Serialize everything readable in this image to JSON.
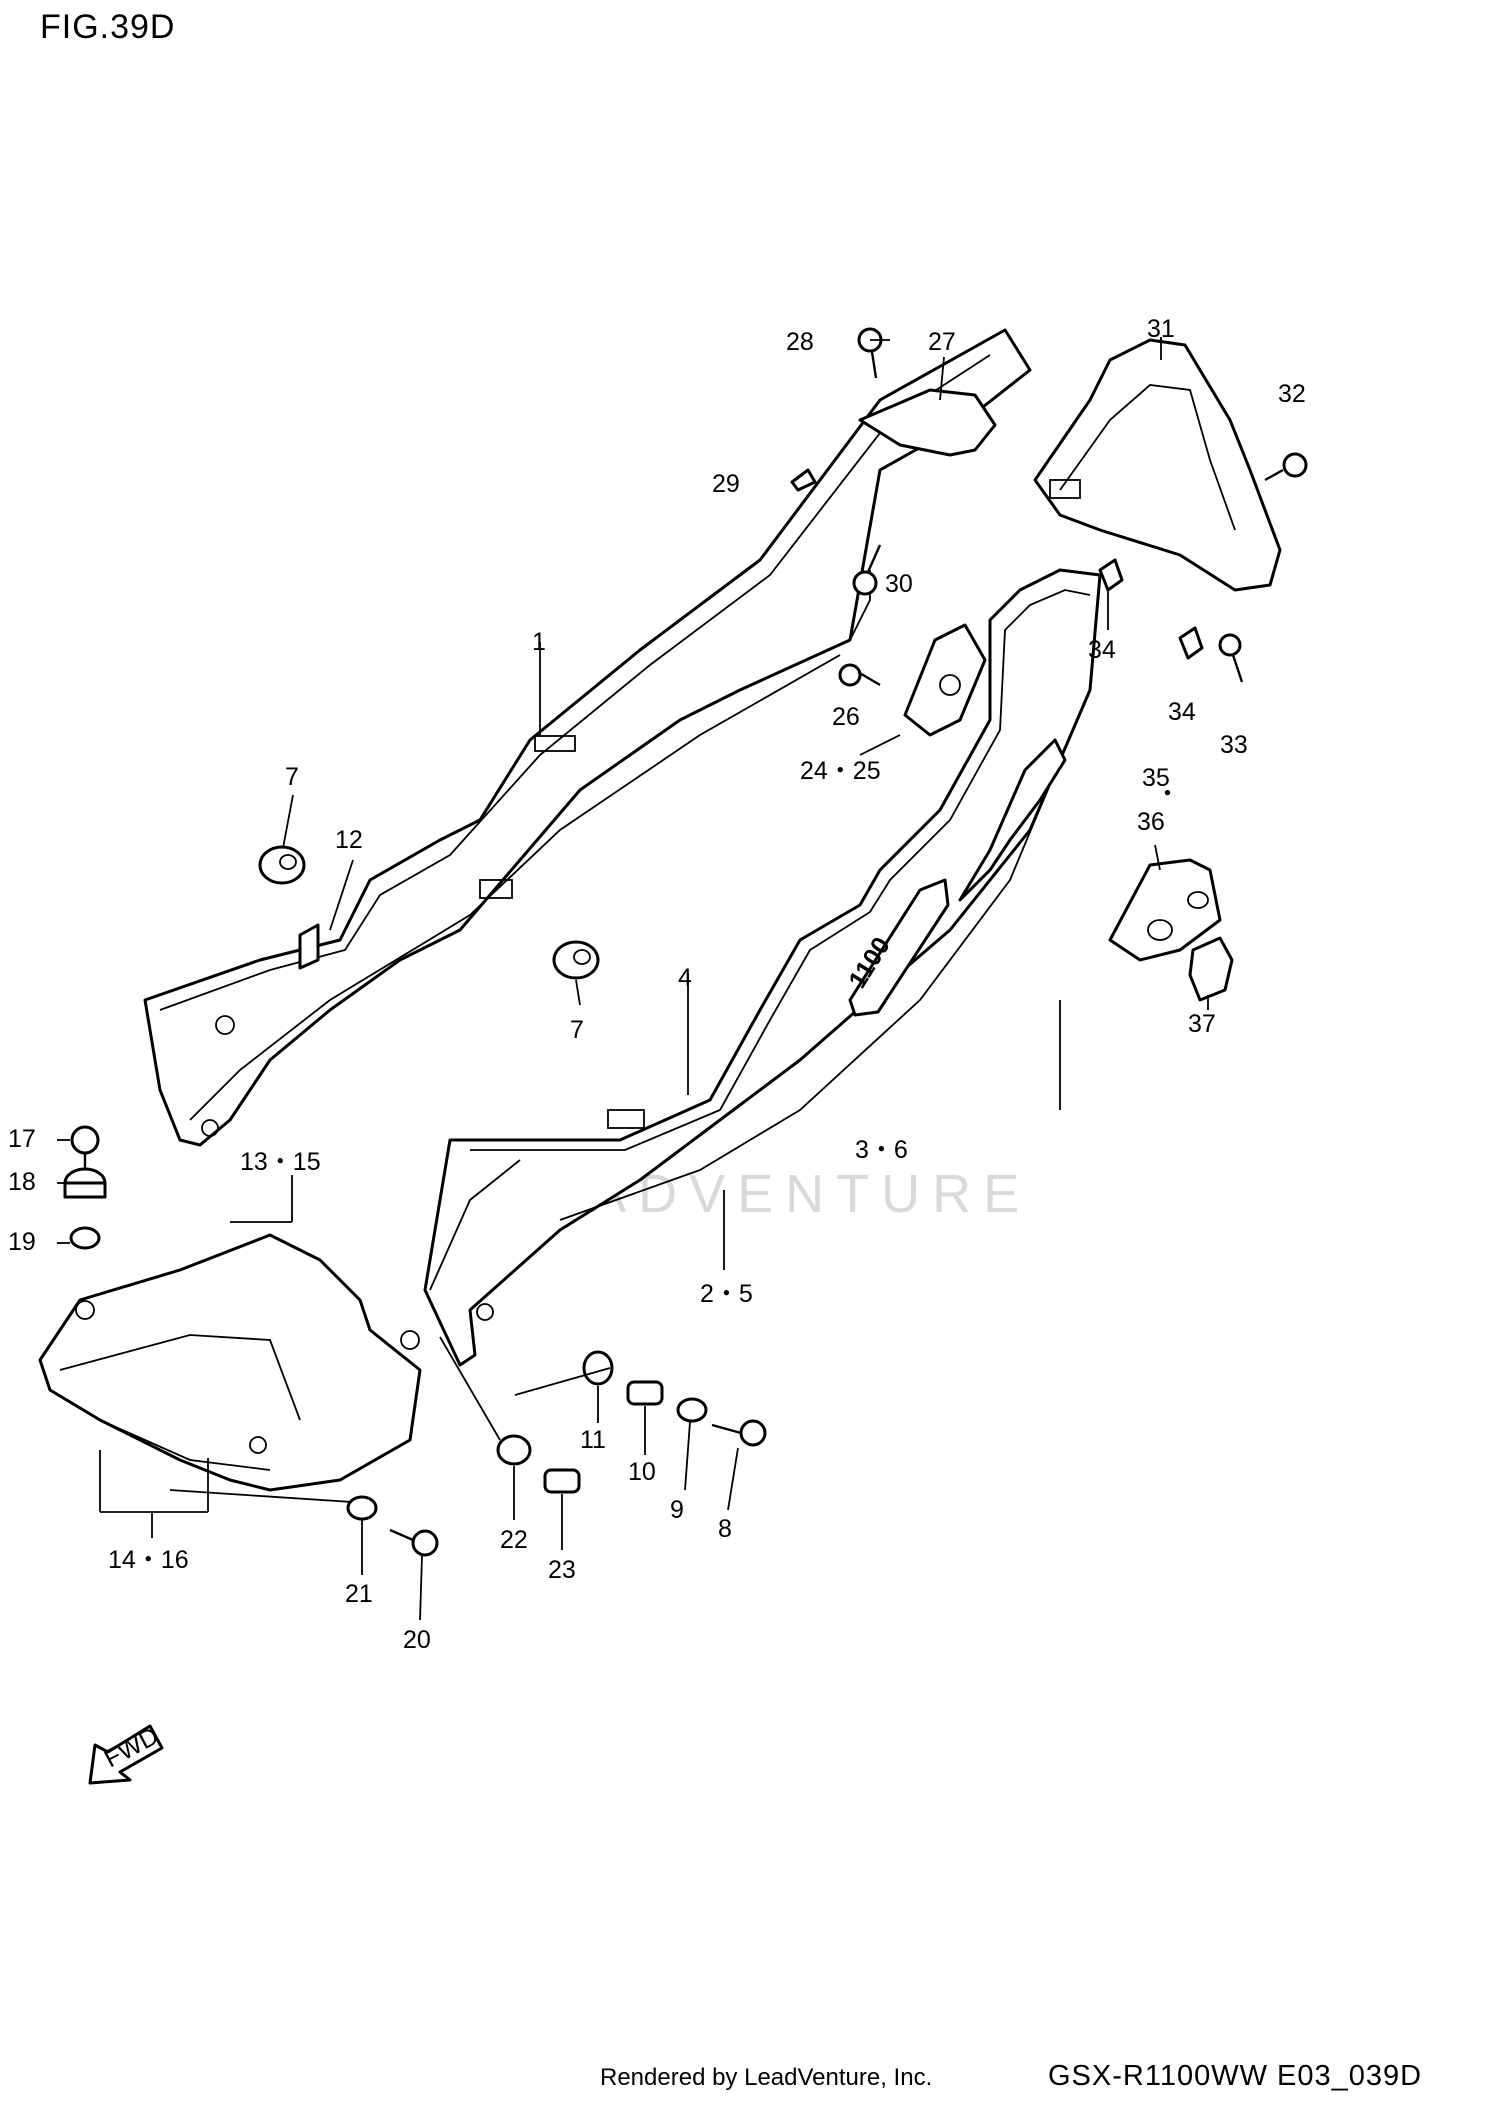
{
  "figure": {
    "title": "FIG.39D"
  },
  "watermark": "LEADVENTURE",
  "emblem_text": "1100",
  "fwd_label": "FWD",
  "callouts": [
    {
      "text": "1"
    },
    {
      "text": "7"
    },
    {
      "text": "12"
    },
    {
      "text": "7"
    },
    {
      "text": "4"
    },
    {
      "text": "3・6"
    },
    {
      "text": "2・5"
    },
    {
      "text": "13・15"
    },
    {
      "text": "14・16"
    },
    {
      "text": "17"
    },
    {
      "text": "18"
    },
    {
      "text": "19"
    },
    {
      "text": "11"
    },
    {
      "text": "10"
    },
    {
      "text": "9"
    },
    {
      "text": "8"
    },
    {
      "text": "22"
    },
    {
      "text": "23"
    },
    {
      "text": "21"
    },
    {
      "text": "20"
    },
    {
      "text": "28"
    },
    {
      "text": "27"
    },
    {
      "text": "29"
    },
    {
      "text": "30"
    },
    {
      "text": "26"
    },
    {
      "text": "24・25"
    },
    {
      "text": "31"
    },
    {
      "text": "32"
    },
    {
      "text": "34"
    },
    {
      "text": "34"
    },
    {
      "text": "33"
    },
    {
      "text": "35"
    },
    {
      "text": "・"
    },
    {
      "text": "36"
    },
    {
      "text": "37"
    }
  ],
  "footer": {
    "rendered_by": "Rendered by LeadVenture, Inc.",
    "code": "GSX-R1100WW  E03_039D"
  }
}
